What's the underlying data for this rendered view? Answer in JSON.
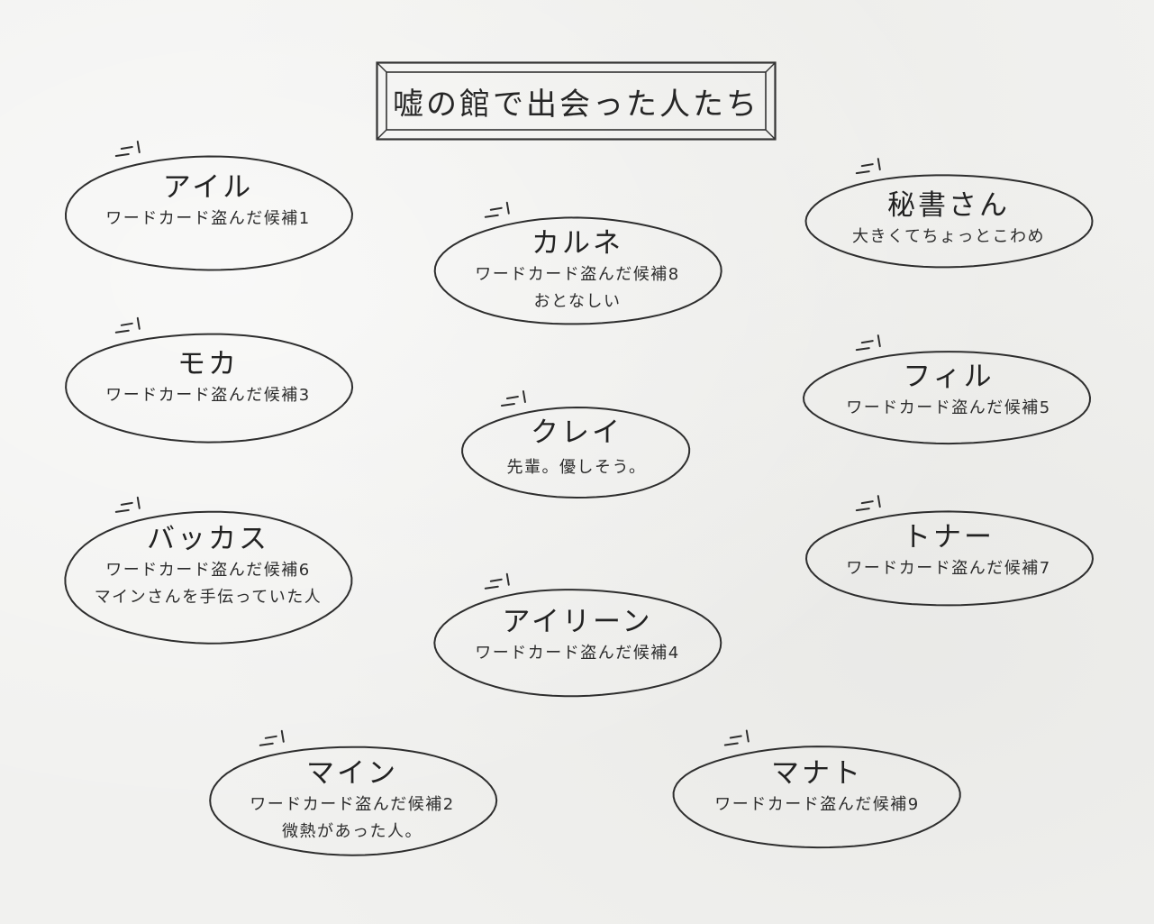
{
  "title": "嘘の館で出会った人たち",
  "nodes": [
    {
      "id": "ail",
      "name": "アイル",
      "lines": [
        "ワードカード盗んだ候補1"
      ]
    },
    {
      "id": "karune",
      "name": "カルネ",
      "lines": [
        "ワードカード盗んだ候補8",
        "おとなしい"
      ]
    },
    {
      "id": "hisho",
      "name": "秘書さん",
      "lines": [
        "大きくてちょっとこわめ"
      ]
    },
    {
      "id": "moka",
      "name": "モカ",
      "lines": [
        "ワードカード盗んだ候補3"
      ]
    },
    {
      "id": "kurei",
      "name": "クレイ",
      "lines": [
        "先輩。優しそう。"
      ]
    },
    {
      "id": "firu",
      "name": "フィル",
      "lines": [
        "ワードカード盗んだ候補5"
      ]
    },
    {
      "id": "bakkasu",
      "name": "バッカス",
      "lines": [
        "ワードカード盗んだ候補6",
        "マインさんを手伝っていた人"
      ]
    },
    {
      "id": "tona",
      "name": "トナー",
      "lines": [
        "ワードカード盗んだ候補7"
      ]
    },
    {
      "id": "airin",
      "name": "アイリーン",
      "lines": [
        "ワードカード盗んだ候補4"
      ]
    },
    {
      "id": "main",
      "name": "マイン",
      "lines": [
        "ワードカード盗んだ候補2",
        "微熱があった人。"
      ]
    },
    {
      "id": "manato",
      "name": "マナト",
      "lines": [
        "ワードカード盗んだ候補9"
      ]
    }
  ]
}
